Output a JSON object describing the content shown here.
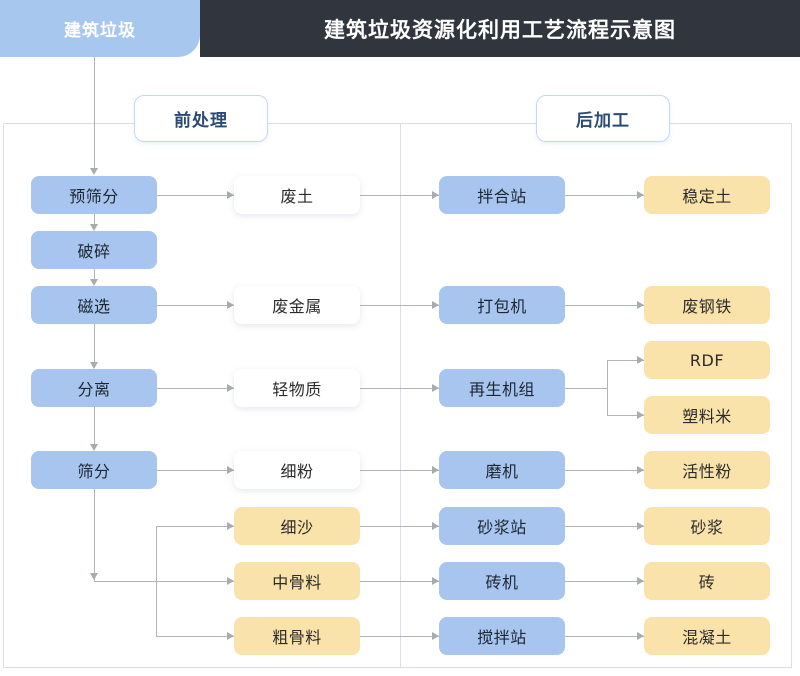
{
  "header": {
    "tab_label": "建筑垃圾",
    "title": "建筑垃圾资源化利用工艺流程示意图",
    "tab_bg": "#a7c7ef",
    "bar_bg": "#30353e"
  },
  "sections": {
    "pre": "前处理",
    "post": "后加工"
  },
  "palette": {
    "blue": "#a7c5ef",
    "amber": "#fae3ab",
    "white": "#ffffff",
    "line": "#b0b3b8",
    "border": "#dcdcec"
  },
  "columns": {
    "process": [
      {
        "id": "pre-screen",
        "label": "预筛分",
        "style": "blue"
      },
      {
        "id": "crush",
        "label": "破碎",
        "style": "blue"
      },
      {
        "id": "magnetic",
        "label": "磁选",
        "style": "blue"
      },
      {
        "id": "separate",
        "label": "分离",
        "style": "blue"
      },
      {
        "id": "screen",
        "label": "筛分",
        "style": "blue"
      }
    ],
    "materials": [
      {
        "id": "waste-soil",
        "label": "废土",
        "style": "white"
      },
      {
        "id": "waste-metal",
        "label": "废金属",
        "style": "white"
      },
      {
        "id": "light-matter",
        "label": "轻物质",
        "style": "white"
      },
      {
        "id": "fine-powder",
        "label": "细粉",
        "style": "white"
      },
      {
        "id": "fine-sand",
        "label": "细沙",
        "style": "amber"
      },
      {
        "id": "mid-aggregate",
        "label": "中骨料",
        "style": "amber"
      },
      {
        "id": "coarse-aggregate",
        "label": "粗骨料",
        "style": "amber"
      }
    ],
    "machines": [
      {
        "id": "mixing-station",
        "label": "拌合站",
        "style": "blue"
      },
      {
        "id": "baler",
        "label": "打包机",
        "style": "blue"
      },
      {
        "id": "regen-unit",
        "label": "再生机组",
        "style": "blue"
      },
      {
        "id": "grinder",
        "label": "磨机",
        "style": "blue"
      },
      {
        "id": "mortar-station",
        "label": "砂浆站",
        "style": "blue"
      },
      {
        "id": "brick-machine",
        "label": "砖机",
        "style": "blue"
      },
      {
        "id": "concrete-station",
        "label": "搅拌站",
        "style": "blue"
      }
    ],
    "products": [
      {
        "id": "stabilized-soil",
        "label": "稳定土",
        "style": "amber"
      },
      {
        "id": "scrap-steel",
        "label": "废钢铁",
        "style": "amber"
      },
      {
        "id": "rdf",
        "label": "RDF",
        "style": "amber"
      },
      {
        "id": "plastic-pellet",
        "label": "塑料米",
        "style": "amber"
      },
      {
        "id": "active-powder",
        "label": "活性粉",
        "style": "amber"
      },
      {
        "id": "mortar",
        "label": "砂浆",
        "style": "amber"
      },
      {
        "id": "brick",
        "label": "砖",
        "style": "amber"
      },
      {
        "id": "concrete",
        "label": "混凝土",
        "style": "amber"
      }
    ]
  }
}
